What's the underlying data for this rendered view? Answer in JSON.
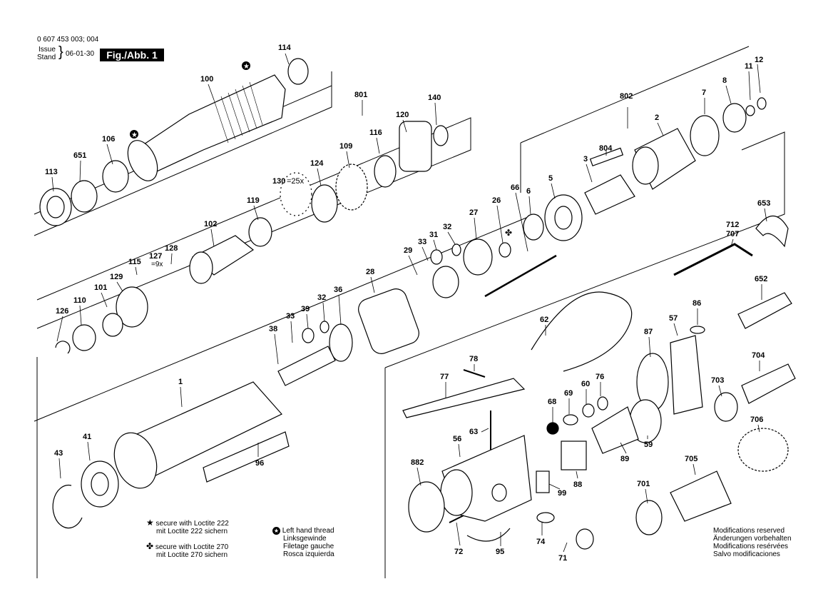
{
  "header": {
    "part_number": "0 607 453 003; 004",
    "issue_label": "Issue",
    "stand_label": "Stand",
    "date": "06-01-30",
    "figure": "Fig./Abb. 1"
  },
  "legend": {
    "loctite222_line1": "secure with Loctite 222",
    "loctite222_line2": "mit Loctite 222 sichern",
    "loctite270_line1": "secure with Loctite 270",
    "loctite270_line2": "mit Loctite 270 sichern",
    "lht_line1": "Left hand thread",
    "lht_line2": "Linksgewinde",
    "lht_line3": "Filetage gauche",
    "lht_line4": "Rosca izquierda",
    "mod_line1": "Modifications reserved",
    "mod_line2": "Änderungen vorbehalten",
    "mod_line3": "Modifications resérvées",
    "mod_line4": "Salvo modificaciones"
  },
  "part_labels": [
    "114",
    "100",
    "106",
    "651",
    "113",
    "801",
    "140",
    "120",
    "116",
    "109",
    "124",
    "130",
    "=25x",
    "119",
    "102",
    "127",
    "=9x",
    "128",
    "115",
    "129",
    "101",
    "110",
    "126",
    "1",
    "96",
    "41",
    "43",
    "802",
    "12",
    "11",
    "8",
    "7",
    "2",
    "804",
    "3",
    "5",
    "6",
    "66",
    "26",
    "27",
    "32",
    "31",
    "33",
    "29",
    "28",
    "36",
    "32",
    "39",
    "33",
    "38",
    "653",
    "712",
    "707",
    "652",
    "62",
    "86",
    "57",
    "87",
    "704",
    "703",
    "706",
    "705",
    "701",
    "78",
    "77",
    "60",
    "76",
    "69",
    "68",
    "63",
    "56",
    "882",
    "88",
    "89",
    "59",
    "99",
    "74",
    "71",
    "72",
    "95"
  ]
}
